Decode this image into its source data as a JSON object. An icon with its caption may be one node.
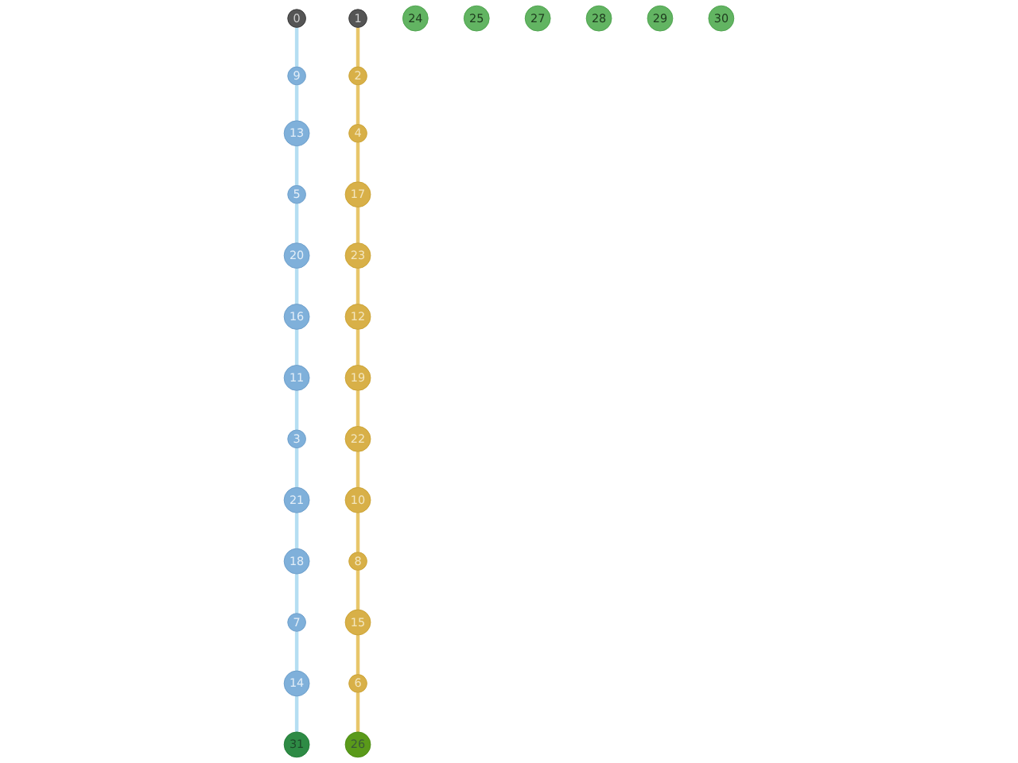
{
  "diagram": {
    "nodes": [
      {
        "text": [
          "0"
        ]
      },
      {
        "text": [
          "1"
        ]
      },
      {
        "text": [
          "2"
        ]
      },
      {
        "text": [
          "3"
        ]
      },
      {
        "text": [
          "4"
        ]
      },
      {
        "text": [
          "5"
        ]
      },
      {
        "text": [
          "6"
        ]
      },
      {
        "text": [
          "7"
        ]
      },
      {
        "text": [
          "8"
        ]
      },
      {
        "text": [
          "9"
        ]
      },
      {
        "text": [
          "10"
        ]
      },
      {
        "text": [
          "11"
        ]
      },
      {
        "text": [
          "12"
        ]
      },
      {
        "text": [
          "13"
        ]
      },
      {
        "text": [
          "14"
        ]
      },
      {
        "text": [
          "15"
        ]
      },
      {
        "text": [
          "16"
        ]
      },
      {
        "text": [
          "17"
        ]
      },
      {
        "text": [
          "18"
        ]
      },
      {
        "text": [
          "19"
        ]
      },
      {
        "text": [
          "20"
        ]
      },
      {
        "text": [
          "21"
        ]
      },
      {
        "text": [
          "22"
        ]
      },
      {
        "text": [
          "23"
        ]
      },
      {
        "text": [
          "24"
        ]
      },
      {
        "text": [
          "25"
        ]
      },
      {
        "text": [
          "26"
        ]
      },
      {
        "text": [
          "27"
        ]
      },
      {
        "text": [
          "28"
        ]
      },
      {
        "text": [
          "29"
        ]
      },
      {
        "text": [
          "30"
        ]
      },
      {
        "text": [
          "31"
        ]
      }
    ],
    "edges": [
      {
        "from": 1,
        "to": 2,
        "arrow": "none",
        "color": "#e8c66a"
      },
      {
        "from": 2,
        "to": 4,
        "arrow": "none",
        "color": "#e8c66a"
      },
      {
        "from": 4,
        "to": 17,
        "arrow": "none",
        "color": "#e8c66a"
      },
      {
        "from": 17,
        "to": 23,
        "arrow": "none",
        "color": "#e8c66a"
      },
      {
        "from": 23,
        "to": 12,
        "arrow": "none",
        "color": "#e8c66a"
      },
      {
        "from": 12,
        "to": 19,
        "arrow": "none",
        "color": "#e8c66a"
      },
      {
        "from": 19,
        "to": 22,
        "arrow": "none",
        "color": "#e8c66a"
      },
      {
        "from": 22,
        "to": 10,
        "arrow": "none",
        "color": "#e8c66a"
      },
      {
        "from": 10,
        "to": 8,
        "arrow": "none",
        "color": "#e8c66a"
      },
      {
        "from": 8,
        "to": 15,
        "arrow": "none",
        "color": "#e8c66a"
      },
      {
        "from": 15,
        "to": 6,
        "arrow": "none",
        "color": "#e8c66a"
      },
      {
        "from": 6,
        "to": 26,
        "arrow": "none",
        "color": "#e8c66a"
      },
      {
        "from": 0,
        "to": 9,
        "arrow": "none",
        "color": "#b5def2"
      },
      {
        "from": 9,
        "to": 13,
        "arrow": "none",
        "color": "#b5def2"
      },
      {
        "from": 13,
        "to": 5,
        "arrow": "none",
        "color": "#b5def2"
      },
      {
        "from": 5,
        "to": 20,
        "arrow": "none",
        "color": "#b5def2"
      },
      {
        "from": 20,
        "to": 16,
        "arrow": "none",
        "color": "#b5def2"
      },
      {
        "from": 16,
        "to": 11,
        "arrow": "none",
        "color": "#b5def2"
      },
      {
        "from": 11,
        "to": 3,
        "arrow": "none",
        "color": "#b5def2"
      },
      {
        "from": 3,
        "to": 21,
        "arrow": "none",
        "color": "#b5def2"
      },
      {
        "from": 21,
        "to": 18,
        "arrow": "none",
        "color": "#b5def2"
      },
      {
        "from": 18,
        "to": 7,
        "arrow": "none",
        "color": "#b5def2"
      },
      {
        "from": 7,
        "to": 14,
        "arrow": "none",
        "color": "#b5def2"
      },
      {
        "from": 14,
        "to": 31,
        "arrow": "none",
        "color": "#b5def2"
      }
    ]
  }
}
